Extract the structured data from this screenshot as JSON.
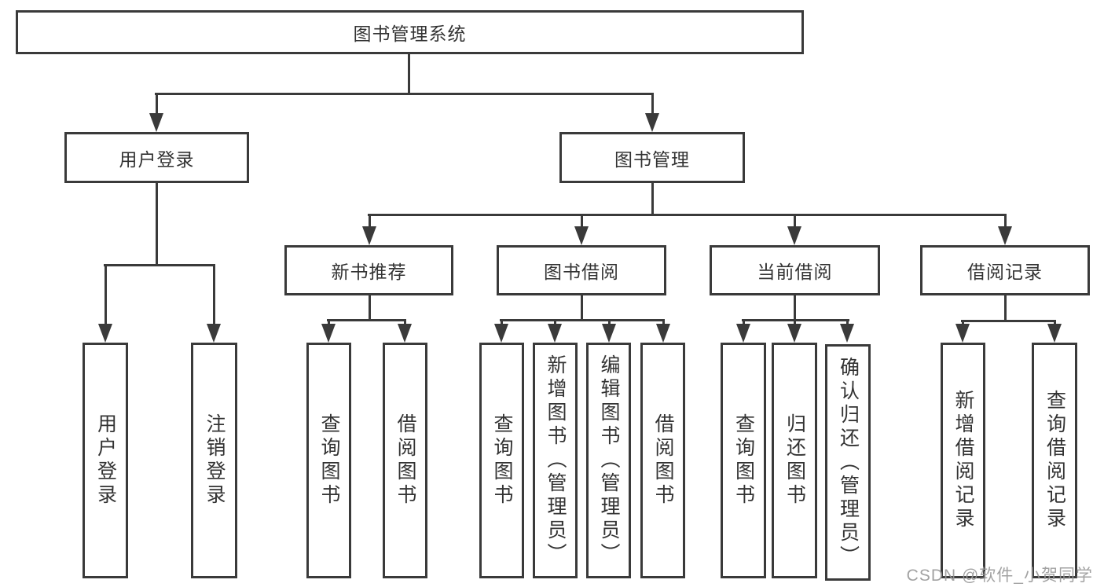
{
  "tree": {
    "label": "图书管理系统",
    "children": [
      {
        "label": "用户登录",
        "children": [
          {
            "label": "用户登录"
          },
          {
            "label": "注销登录"
          }
        ]
      },
      {
        "label": "图书管理",
        "children": [
          {
            "label": "新书推荐",
            "children": [
              {
                "label": "查询图书"
              },
              {
                "label": "借阅图书"
              }
            ]
          },
          {
            "label": "图书借阅",
            "children": [
              {
                "label": "查询图书"
              },
              {
                "label": "新增图书（管理员）"
              },
              {
                "label": "编辑图书（管理员）"
              },
              {
                "label": "借阅图书"
              }
            ]
          },
          {
            "label": "当前借阅",
            "children": [
              {
                "label": "查询图书"
              },
              {
                "label": "归还图书"
              },
              {
                "label": "确认归还（管理员）"
              }
            ]
          },
          {
            "label": "借阅记录",
            "children": [
              {
                "label": "新增借阅记录"
              },
              {
                "label": "查询借阅记录"
              }
            ]
          }
        ]
      }
    ]
  },
  "watermark": {
    "text": "CSDN @软件_小贺同学"
  },
  "colors": {
    "line": "#3a3a3a",
    "text": "#333333",
    "watermark": "#989898",
    "background": "#ffffff"
  }
}
